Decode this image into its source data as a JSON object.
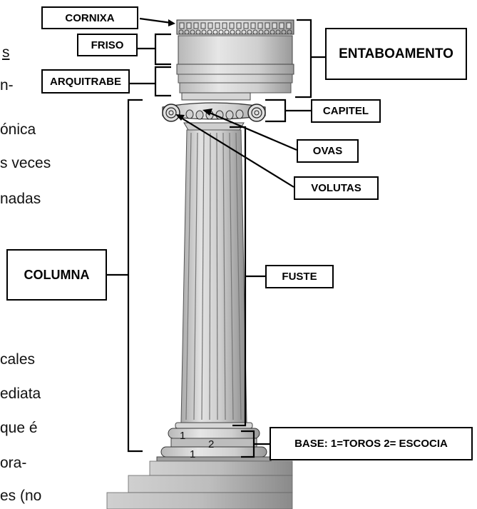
{
  "background_text": [
    "s",
    "n-",
    "ónica",
    "s veces",
    "nadas",
    "cales",
    "ediata",
    " que é",
    "ora-",
    "es (no"
  ],
  "labels": {
    "cornixa": "CORNIXA",
    "friso": "FRISO",
    "arquitrabe": "ARQUITRABE",
    "entaboamento": "ENTABOAMENTO",
    "capitel": "CAPITEL",
    "ovas": "OVAS",
    "volutas": "VOLUTAS",
    "columna": "COLUMNA",
    "fuste": "FUSTE",
    "base": "BASE: 1=TOROS 2= ESCOCIA"
  },
  "base_numbers": {
    "toro_upper": "1",
    "escocia": "2",
    "toro_lower": "1"
  }
}
